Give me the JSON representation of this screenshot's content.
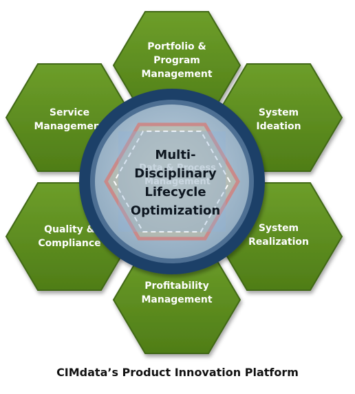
{
  "diagram": {
    "segments": [
      {
        "id": "portfolio",
        "lines": [
          "Portfolio &",
          "Program",
          "Management"
        ]
      },
      {
        "id": "ideation",
        "lines": [
          "System",
          "Ideation"
        ]
      },
      {
        "id": "realization",
        "lines": [
          "System",
          "Realization"
        ]
      },
      {
        "id": "profitability",
        "lines": [
          "Profitability",
          "Management"
        ]
      },
      {
        "id": "quality",
        "lines": [
          "Quality &",
          "Compliance"
        ]
      },
      {
        "id": "service",
        "lines": [
          "Service",
          "Management"
        ]
      }
    ],
    "hub_background_lines": [
      "Data & Process",
      "Management"
    ],
    "hub_lines": [
      "Multi-",
      "Disciplinary",
      "Lifecycle",
      "Optimization"
    ]
  },
  "caption": "CIMdata’s Product Innovation Platform",
  "colors": {
    "hex_fill": "#5d8e1f",
    "hex_edge": "#3f6712",
    "ring": "#1f3f67",
    "hub_fill": "#9db4c8",
    "hub_text": "#0d1620"
  }
}
